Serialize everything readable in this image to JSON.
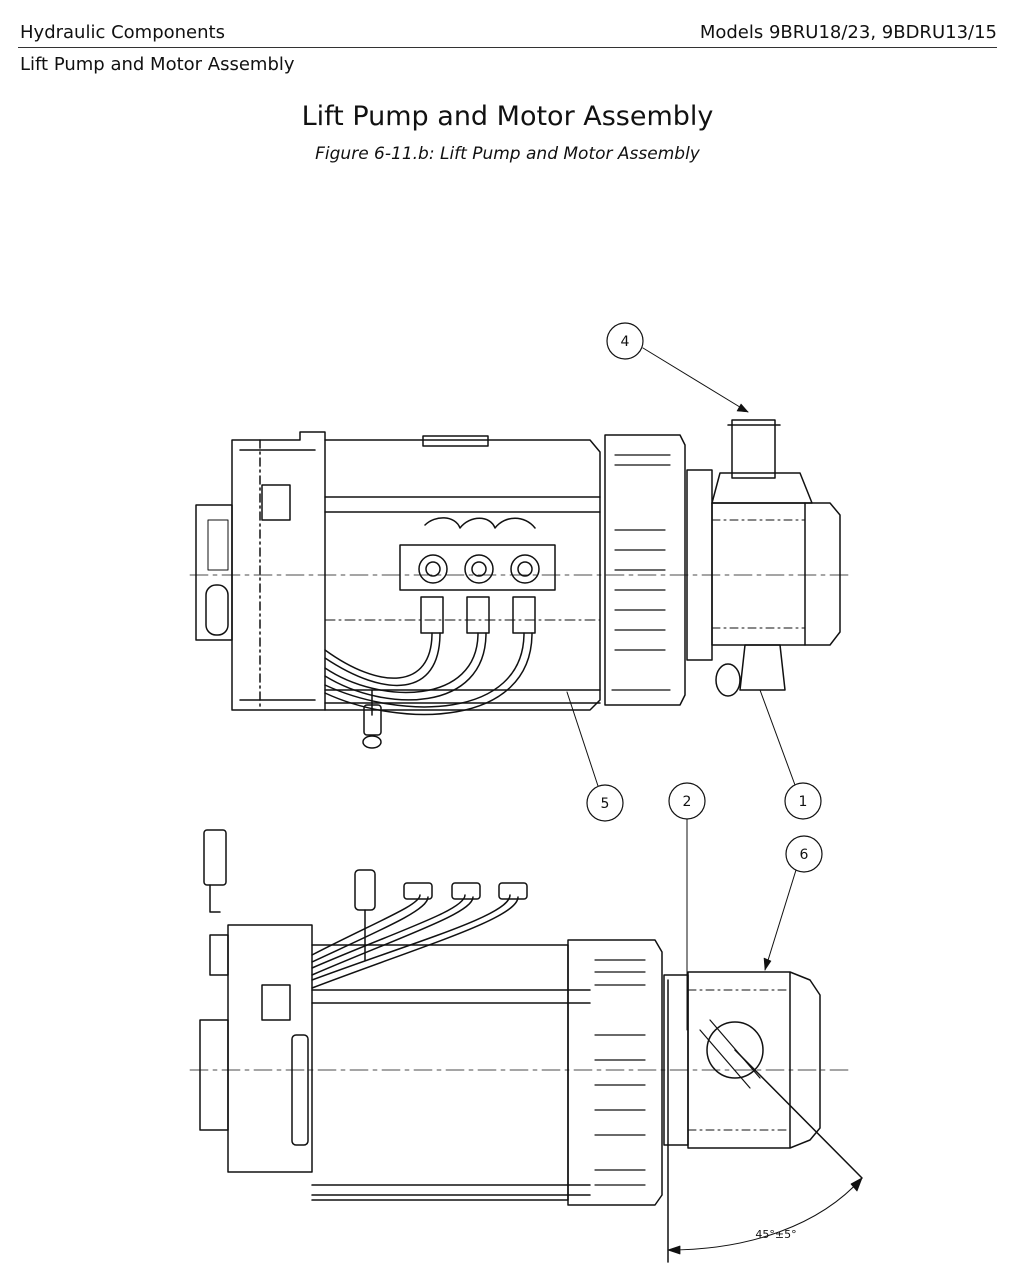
{
  "header": {
    "section": "Hydraulic Components",
    "models": "Models 9BRU18/23, 9BDRU13/15",
    "subsection": "Lift Pump and Motor Assembly"
  },
  "page_title": "Lift Pump and Motor Assembly",
  "figure_caption": "Figure 6-11.b: Lift Pump and Motor Assembly",
  "callouts": {
    "c1": "1",
    "c2": "2",
    "c4": "4",
    "c5": "5",
    "c6": "6"
  },
  "angle_label": "45°±5°"
}
